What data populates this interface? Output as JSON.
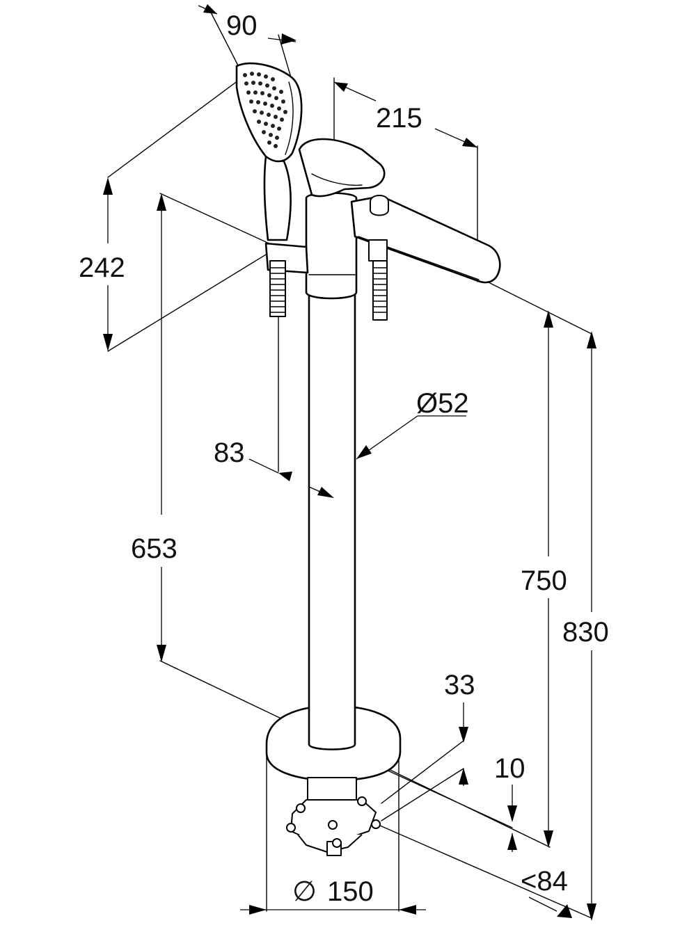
{
  "drawing": {
    "subject": "freestanding bath mixer with hand shower"
  },
  "dimensions": {
    "shower_head_width": "90",
    "spout_projection": "215",
    "shower_height": "242",
    "column_diameter": "Ø52",
    "hand_shower_offset": "83",
    "lever_height": "653",
    "spout_height": "750",
    "overall_height": "830",
    "base_offset": "33",
    "floor_offset": "10",
    "installation_depth": "<84",
    "base_diameter": "150",
    "diameter_symbol": "∅"
  }
}
